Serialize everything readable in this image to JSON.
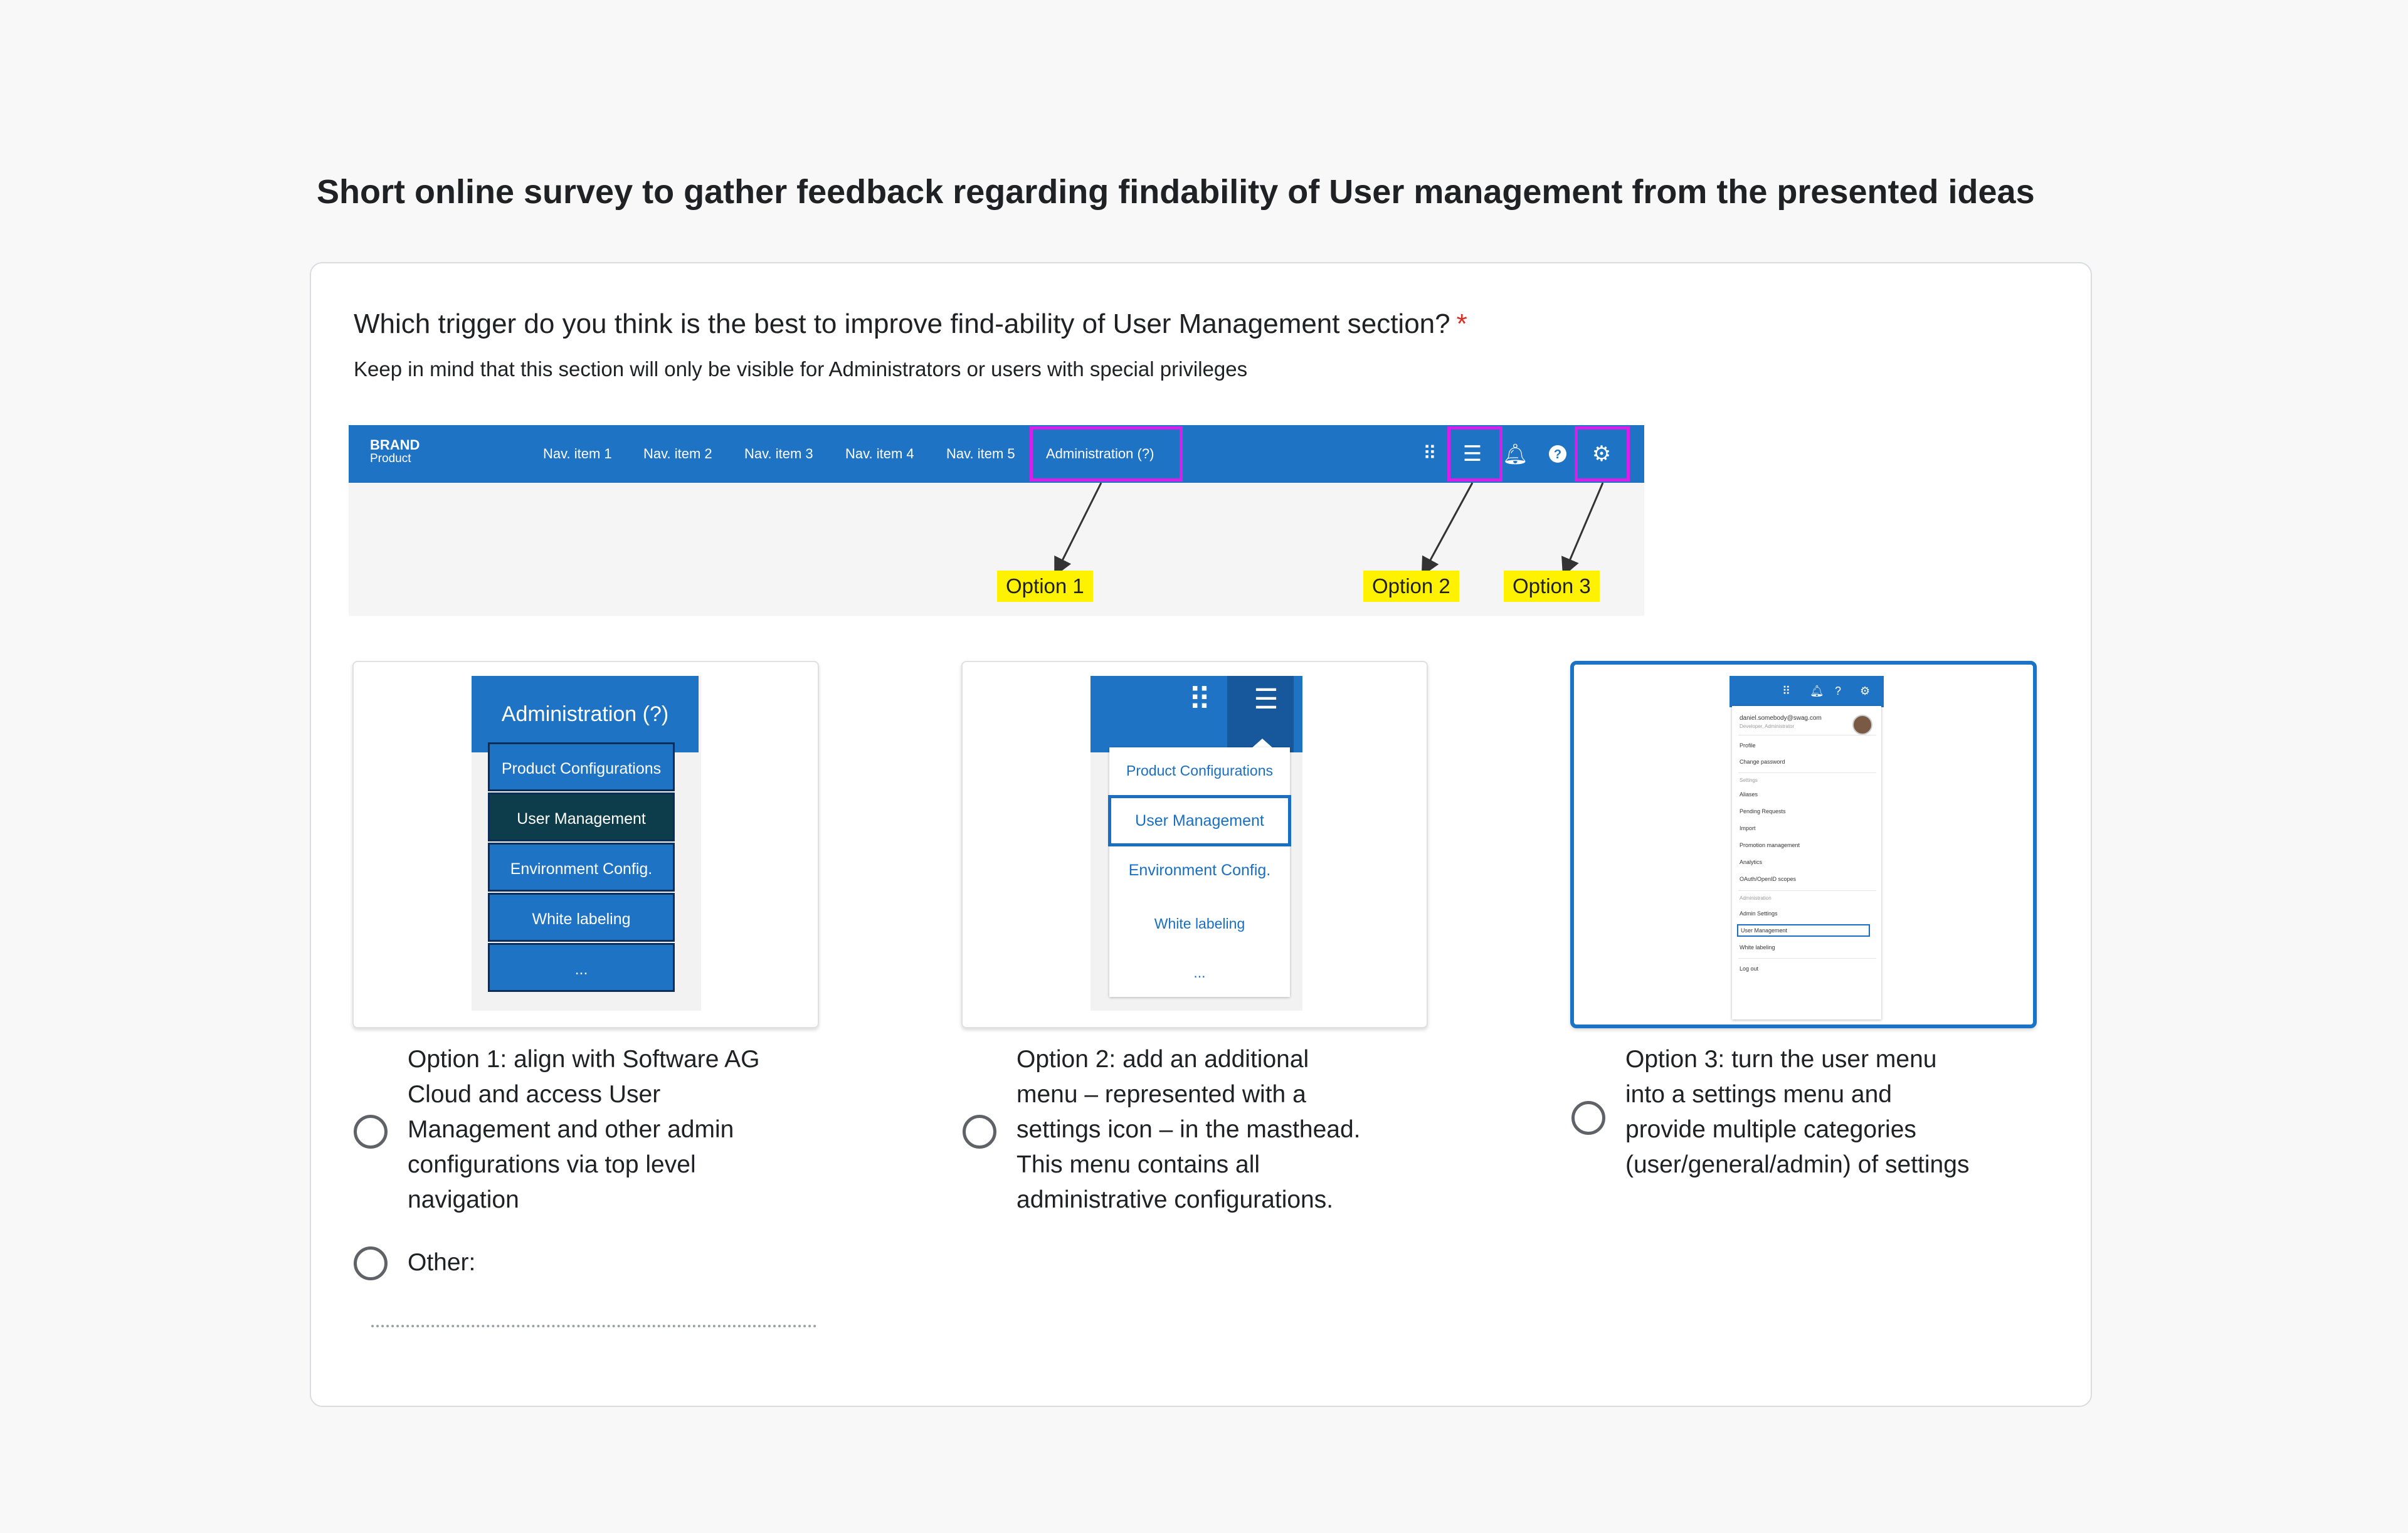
{
  "page": {
    "title": "Short online survey to gather feedback regarding findability of User management from the presented ideas"
  },
  "question": {
    "text": "Which trigger do you think is the best to improve find-ability of User Management section?",
    "required_mark": "*",
    "description": "Keep in mind that this section will only be visible for Administrators or users with special privileges"
  },
  "masthead_illustration": {
    "brand": "BRAND",
    "product": "Product",
    "nav_items": [
      "Nav. item 1",
      "Nav. item 2",
      "Nav. item 3",
      "Nav. item 4",
      "Nav. item 5",
      "Administration (?)"
    ],
    "icons": [
      "apps-grid-icon",
      "settings-sliders-icon",
      "bell-icon",
      "help-icon",
      "gear-icon"
    ],
    "callouts": [
      "Option 1",
      "Option 2",
      "Option 3"
    ],
    "highlight_color": "#d61fe8",
    "callout_color": "#fff200"
  },
  "option1_preview": {
    "header": "Administration (?)",
    "items": [
      "Product Configurations",
      "User Management",
      "Environment Config.",
      "White labeling",
      "..."
    ]
  },
  "option2_preview": {
    "items": [
      "Product Configurations",
      "User Management",
      "Environment Config.",
      "White labeling",
      "..."
    ]
  },
  "option3_preview": {
    "user_email": "daniel.somebody@swag.com",
    "user_role": "Developer, Administrator",
    "user_items": [
      "Profile",
      "Change password"
    ],
    "settings_caption": "Settings",
    "settings_items": [
      "Aliases",
      "Pending Requests",
      "Import",
      "Promotion management",
      "Analytics",
      "OAuth/OpenID scopes"
    ],
    "admin_caption": "Administration",
    "admin_items": [
      "Admin Settings",
      "User Management",
      "White labeling"
    ],
    "logout": "Log out"
  },
  "choices": [
    {
      "label": "Option 1: align with Software AG\nCloud and access User\nManagement and other admin\nconfigurations via top level\nnavigation",
      "selected": false
    },
    {
      "label": "Option 2: add an additional\nmenu – represented with a\nsettings icon – in the masthead.\nThis menu contains all\nadministrative configurations.",
      "selected": false
    },
    {
      "label": "Option 3: turn the user menu\ninto a settings menu and\nprovide multiple categories\n(user/general/admin) of settings",
      "selected": false
    }
  ],
  "other": {
    "label": "Other:",
    "value": ""
  },
  "colors": {
    "accent": "#1e73c5",
    "selected_border": "#1a73c4"
  }
}
